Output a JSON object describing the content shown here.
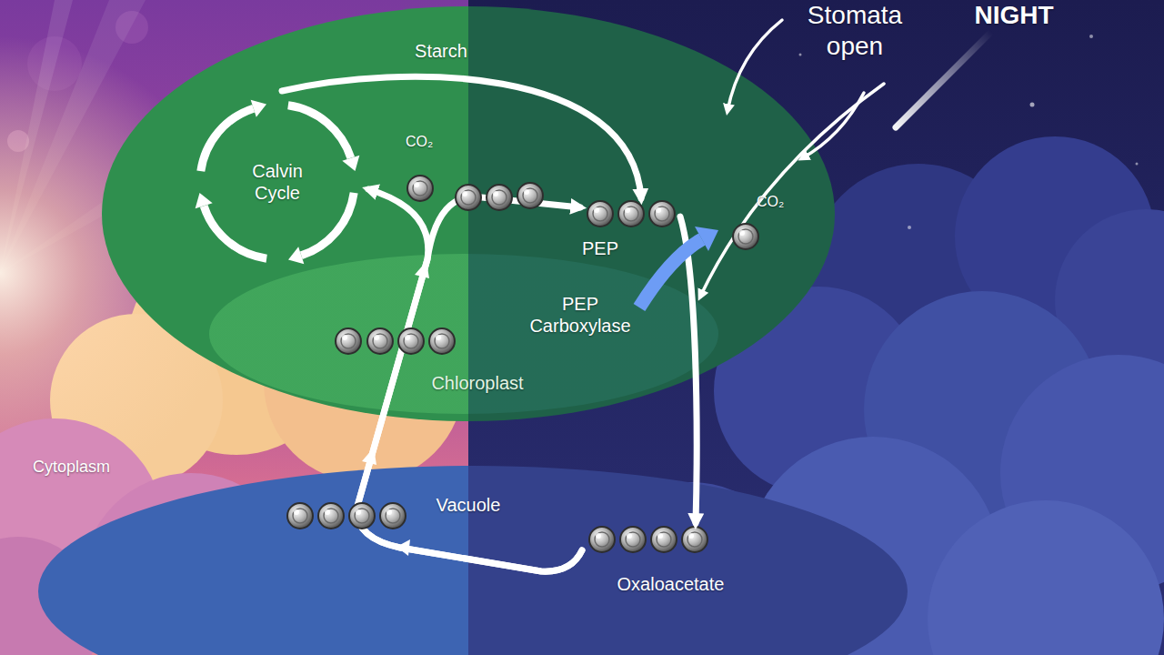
{
  "diagram": {
    "nodes": [
      {
        "text": [
          "Chloroplast"
        ]
      },
      {
        "text": [
          "Calvin Cycle"
        ],
        "in": 0
      },
      {
        "text": [
          "PEP"
        ],
        "in": 0
      },
      {
        "text": [
          "Vacuole"
        ]
      },
      {
        "text": [
          "Oxaloacetate"
        ],
        "in": 3
      }
    ],
    "edges": [
      {
        "from": 1,
        "to": 2,
        "arrow": "to",
        "label": "Starch"
      },
      {
        "from": 2,
        "to": 4,
        "arrow": "to"
      },
      {
        "from": 4,
        "to": 1,
        "arrow": "to"
      },
      {
        "from": 4,
        "to": 2,
        "arrow": "to"
      }
    ],
    "labels": [
      "NIGHT",
      "Stomata open",
      "CO₂",
      "CO₂",
      "PEP Carboxylase",
      "Cytoplasm"
    ]
  }
}
